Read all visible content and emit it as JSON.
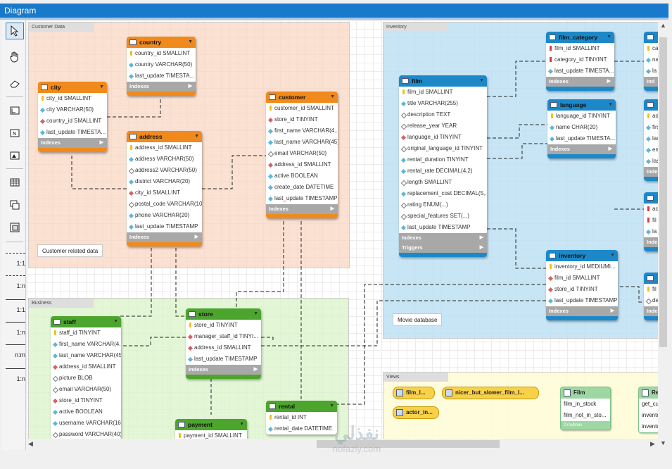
{
  "window_title": "Diagram",
  "toolbar": {
    "relations": [
      "1:1",
      "1:n",
      "1:1",
      "1:n",
      "n:m",
      "1:n"
    ]
  },
  "layers": {
    "customer": "Customer Data",
    "inventory": "Inventory",
    "business": "Business",
    "views": "Views"
  },
  "notes": {
    "customer": "Customer related data",
    "movie": "Movie database"
  },
  "colors": {
    "customer": "#f08a1c",
    "inventory": "#1c88c8",
    "business": "#4ca52c"
  },
  "entities": {
    "country": {
      "name": "country",
      "fields": [
        "country_id SMALLINT",
        "country VARCHAR(50)",
        "last_update TIMESTA..."
      ],
      "indexes": "Indexes"
    },
    "city": {
      "name": "city",
      "fields": [
        "city_id SMALLINT",
        "city VARCHAR(50)",
        "country_id SMALLINT",
        "last_update TIMESTA..."
      ],
      "indexes": "Indexes"
    },
    "address": {
      "name": "address",
      "fields": [
        "address_id SMALLINT",
        "address VARCHAR(50)",
        "address2 VARCHAR(50)",
        "district VARCHAR(20)",
        "city_id SMALLINT",
        "postal_code VARCHAR(10)",
        "phone VARCHAR(20)",
        "last_update TIMESTAMP"
      ],
      "indexes": "Indexes"
    },
    "customer": {
      "name": "customer",
      "fields": [
        "customer_id SMALLINT",
        "store_id TINYINT",
        "first_name VARCHAR(4...",
        "last_name VARCHAR(45)",
        "email VARCHAR(50)",
        "address_id SMALLINT",
        "active BOOLEAN",
        "create_date DATETIME",
        "last_update TIMESTAMP"
      ],
      "indexes": "Indexes"
    },
    "film": {
      "name": "film",
      "fields": [
        "film_id SMALLINT",
        "title VARCHAR(255)",
        "description TEXT",
        "release_year YEAR",
        "language_id TINYINT",
        "original_language_id TINYINT",
        "rental_duration TINYINT",
        "rental_rate DECIMAL(4,2)",
        "length SMALLINT",
        "replacement_cost DECIMAL(5,...",
        "rating ENUM(...)",
        "special_features SET(...)",
        "last_update TIMESTAMP"
      ],
      "indexes": "Indexes",
      "triggers": "Triggers"
    },
    "film_category": {
      "name": "film_category",
      "fields": [
        "film_id SMALLINT",
        "category_id TINYINT",
        "last_update TIMESTA..."
      ],
      "indexes": "Indexes"
    },
    "language": {
      "name": "language",
      "fields": [
        "language_id TINYINT",
        "name CHAR(20)",
        "last_update TIMESTA..."
      ],
      "indexes": "Indexes"
    },
    "inventory": {
      "name": "inventory",
      "fields": [
        "inventory_id MEDIUMI...",
        "film_id SMALLINT",
        "store_id TINYINT",
        "last_update TIMESTAMP"
      ],
      "indexes": "Indexes"
    },
    "staff": {
      "name": "staff",
      "fields": [
        "staff_id TINYINT",
        "first_name VARCHAR(4...",
        "last_name VARCHAR(45)",
        "address_id SMALLINT",
        "picture BLOB",
        "email VARCHAR(50)",
        "store_id TINYINT",
        "active BOOLEAN",
        "username VARCHAR(16)",
        "password VARCHAR(40)"
      ]
    },
    "store": {
      "name": "store",
      "fields": [
        "store_id TINYINT",
        "manager_staff_id TINYI...",
        "address_id SMALLINT",
        "last_update TIMESTAMP"
      ],
      "indexes": "Indexes"
    },
    "rental": {
      "name": "rental",
      "fields": [
        "rental_id INT",
        "rental_date DATETIME"
      ]
    },
    "payment": {
      "name": "payment",
      "fields": [
        "payment_id SMALLINT"
      ]
    },
    "edge_a": {
      "fields": [
        "ca",
        "na",
        "la"
      ],
      "indexes": "Ind"
    },
    "edge_b": {
      "fields": [
        "ad",
        "firs",
        "las",
        "em",
        "las"
      ],
      "indexes": "Inde"
    },
    "edge_c": {
      "fields": [
        "ac",
        "fil",
        "la"
      ],
      "indexes": "Inde"
    },
    "edge_d": {
      "fields": [
        "fil",
        "de"
      ],
      "indexes": "Inde"
    }
  },
  "views": [
    "film_l...",
    "nicer_but_slower_film_l...",
    "actor_in..."
  ],
  "routines": {
    "film": {
      "name": "Film",
      "rows": [
        "film_in_stock",
        "film_not_in_sto..."
      ],
      "footer": "2 routines"
    },
    "edge": {
      "name": "Re",
      "rows": [
        "get_cu",
        "invento",
        "invento"
      ]
    }
  },
  "watermark": {
    "line1": "نفذلي",
    "line2": "nofazly.com"
  }
}
